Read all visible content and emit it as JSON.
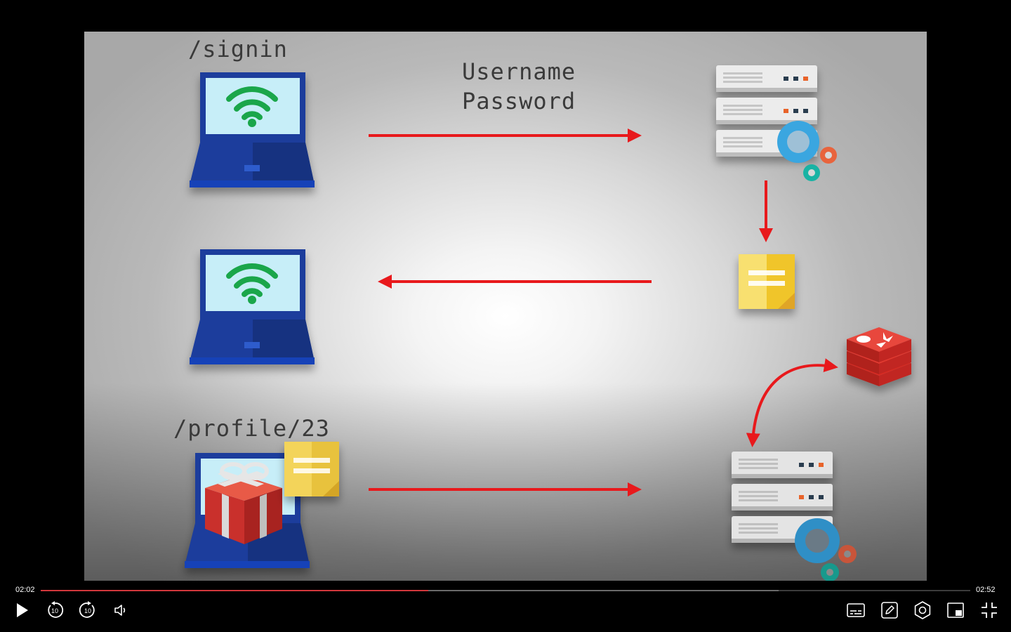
{
  "slide": {
    "label_signin": "/signin",
    "label_credentials_line1": "Username",
    "label_credentials_line2": "Password",
    "label_profile": "/profile/23"
  },
  "player": {
    "current_time": "02:02",
    "duration": "02:52",
    "progress_fraction": 0.417,
    "buffered_fraction": 0.794,
    "buttons": {
      "play": "play-icon",
      "rewind": "rewind-10-icon",
      "forward": "forward-10-icon",
      "volume": "volume-icon",
      "captions": "captions-icon",
      "notes": "notes-icon",
      "settings": "settings-icon",
      "pip": "picture-in-picture-icon",
      "exit_fullscreen": "exit-fullscreen-icon"
    },
    "skip_seconds": "10"
  },
  "colors": {
    "accent_red": "#e8191c",
    "progress_red": "#d2373c",
    "laptop_blue": "#1b3d9c",
    "wifi_green": "#1aa64a",
    "redis_red": "#d82b24",
    "note_yellow": "#f6d84a"
  }
}
